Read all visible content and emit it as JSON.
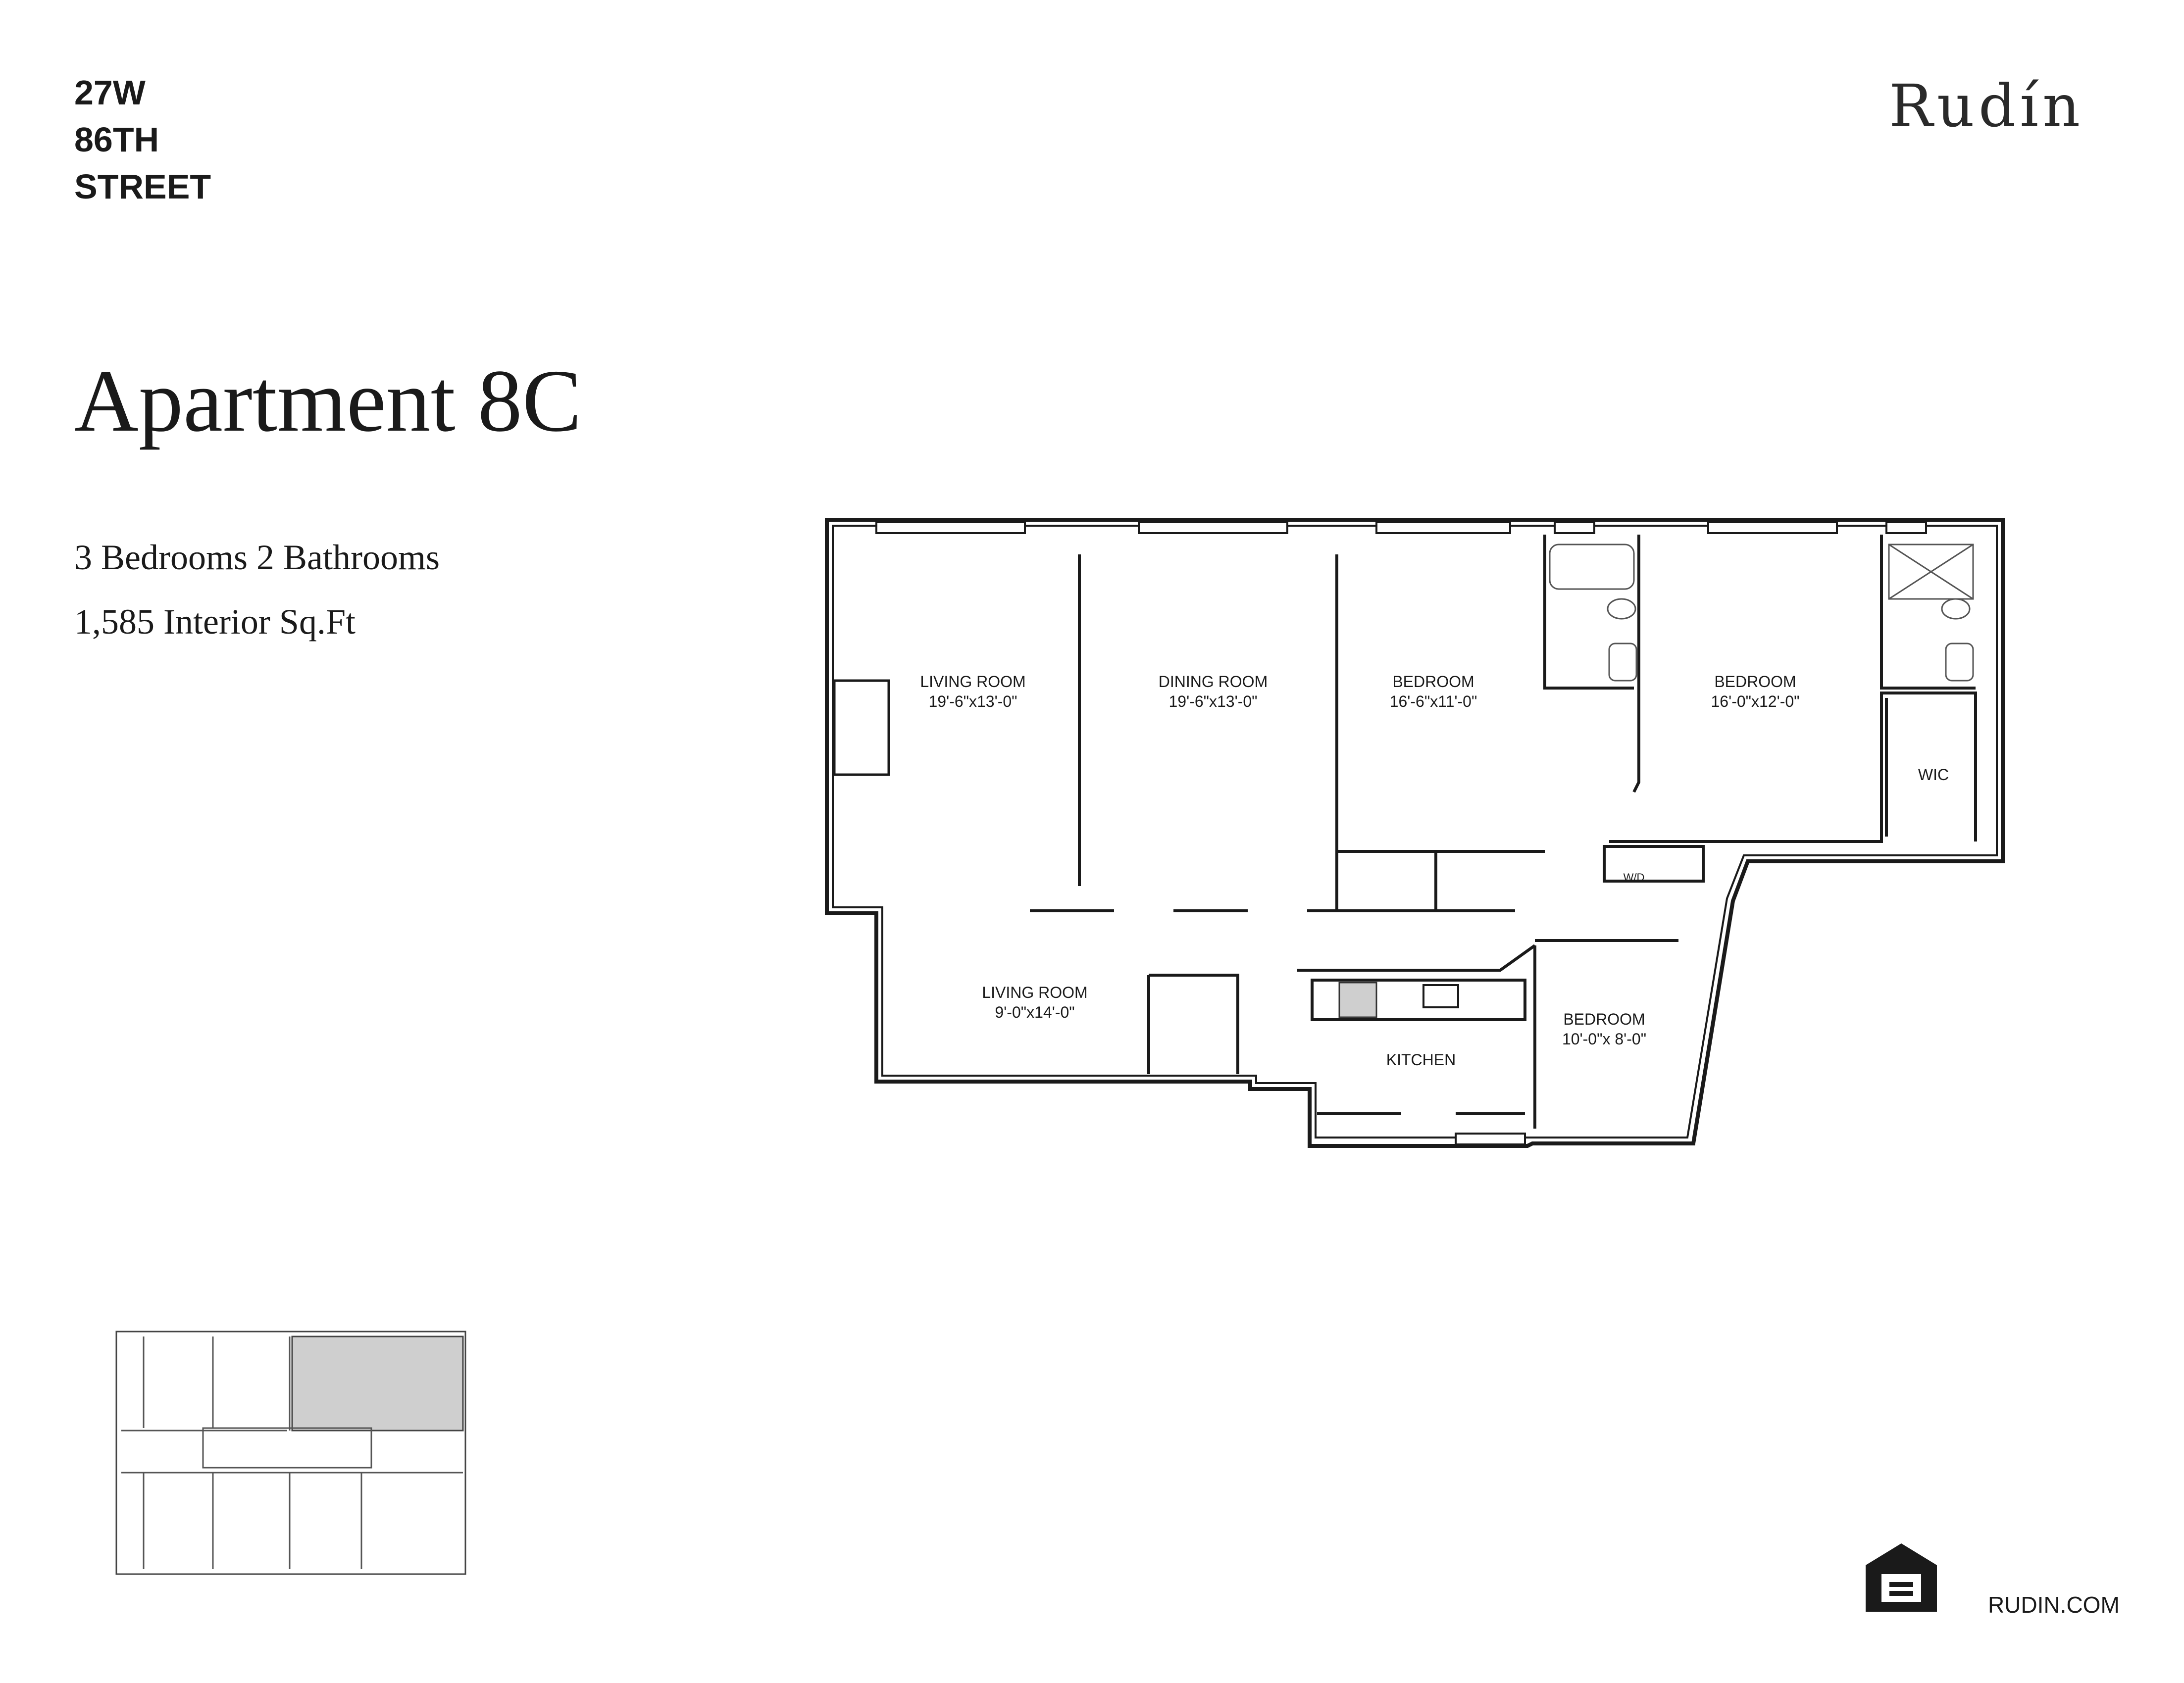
{
  "address": {
    "line1": "27W",
    "line2": "86TH",
    "line3": "STREET"
  },
  "brand": {
    "name": "Rudín"
  },
  "apartment": {
    "title": "Apartment 8C",
    "rooms_summary": "3 Bedrooms 2 Bathrooms",
    "area": "1,585 Interior Sq.Ft"
  },
  "rooms": [
    {
      "name": "LIVING ROOM",
      "dims": "19'-6\"x13'-0\""
    },
    {
      "name": "DINING ROOM",
      "dims": "19'-6\"x13'-0\""
    },
    {
      "name": "BEDROOM",
      "dims": "16'-6\"x11'-0\""
    },
    {
      "name": "BEDROOM",
      "dims": "16'-0\"x12'-0\""
    },
    {
      "name": "WIC",
      "dims": ""
    },
    {
      "name": "LIVING ROOM",
      "dims": "9'-0\"x14'-0\""
    },
    {
      "name": "KITCHEN",
      "dims": ""
    },
    {
      "name": "BEDROOM",
      "dims": "10'-0\"x 8'-0\""
    },
    {
      "name": "W/D",
      "dims": ""
    }
  ],
  "footer": {
    "website": "RUDIN.COM"
  },
  "icons": {
    "equal_housing": "equal-housing-opportunity-icon"
  },
  "colors": {
    "ink": "#1a1a1a",
    "wall": "#d9d9d9",
    "highlight": "#cfcfcf"
  }
}
